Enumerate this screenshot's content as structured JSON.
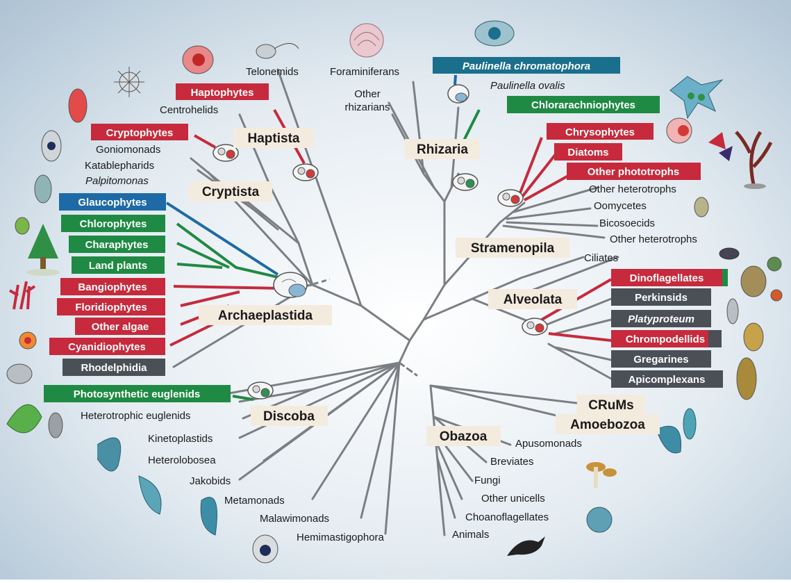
{
  "colors": {
    "red": "#c62a3c",
    "green": "#1f8a43",
    "blue": "#1e6aa6",
    "dark": "#4b4f56",
    "teal": "#1a6f8c",
    "branch": "#7b7f84",
    "background_center": "#ffffff",
    "background_edge": "#aec3d4"
  },
  "groups": {
    "haptista": "Haptista",
    "cryptista": "Cryptista",
    "rhizaria": "Rhizaria",
    "stramenopila": "Stramenopila",
    "alveolata": "Alveolata",
    "archaeplastida": "Archaeplastida",
    "discoba": "Discoba",
    "obazoa": "Obazoa",
    "crums": "CRuMs",
    "amoebozoa": "Amoebozoa"
  },
  "tags": {
    "haptophytes": "Haptophytes",
    "cryptophytes": "Cryptophytes",
    "glaucophytes": "Glaucophytes",
    "chlorophytes": "Chlorophytes",
    "charaphytes": "Charaphytes",
    "land_plants": "Land plants",
    "bangiophytes": "Bangiophytes",
    "floridiophytes": "Floridiophytes",
    "other_algae": "Other algae",
    "cyanidiophytes": "Cyanidiophytes",
    "rhodelphidia": "Rhodelphidia",
    "photosynthetic_euglenids": "Photosynthetic euglenids",
    "paulinella_chromatophora": "Paulinella chromatophora",
    "chlorarachniophytes": "Chlorarachniophytes",
    "chrysophytes": "Chrysophytes",
    "diatoms": "Diatoms",
    "other_phototrophs": "Other phototrophs",
    "dinoflagellates": "Dinoflagellates",
    "perkinsids": "Perkinsids",
    "platyproteum": "Platyproteum",
    "chrompodellids": "Chrompodellids",
    "gregarines": "Gregarines",
    "apicomplexans": "Apicomplexans"
  },
  "labels": {
    "telonemids": "Telonemids",
    "foraminiferans": "Foraminiferans",
    "other_rhizarians_1": "Other",
    "other_rhizarians_2": "rhizarians",
    "paulinella_ovalis": "Paulinella ovalis",
    "centrohelids": "Centrohelids",
    "goniomonads": "Goniomonads",
    "katablepharids": "Katablepharids",
    "palpitomonas": "Palpitomonas",
    "other_heterotrophs_1": "Other heterotrophs",
    "oomycetes": "Oomycetes",
    "bicosoecids": "Bicosoecids",
    "other_heterotrophs_2": "Other heterotrophs",
    "ciliates": "Ciliates",
    "heterotrophic_euglenids": "Heterotrophic euglenids",
    "kinetoplastids": "Kinetoplastids",
    "heterolobosea": "Heterolobosea",
    "jakobids": "Jakobids",
    "metamonads": "Metamonads",
    "malawimonads": "Malawimonads",
    "hemimastigophora": "Hemimastigophora",
    "apusomonads": "Apusomonads",
    "breviates": "Breviates",
    "fungi": "Fungi",
    "other_unicells": "Other unicells",
    "choanoflagellates": "Choanoflagellates",
    "animals": "Animals"
  }
}
